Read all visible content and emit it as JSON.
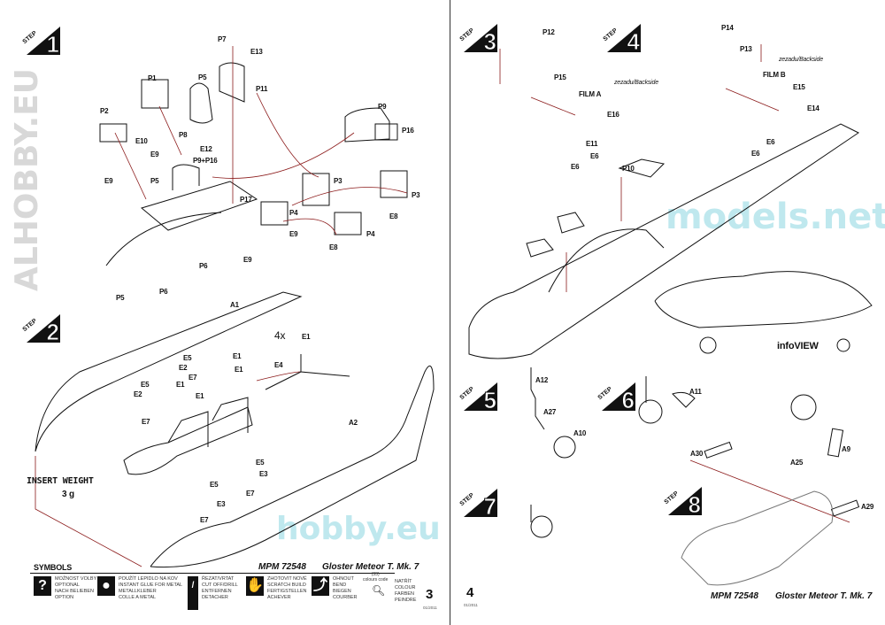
{
  "header": {
    "kit_code": "MPM 72548",
    "kit_name": "Gloster Meteor T. Mk. 7"
  },
  "steps": [
    {
      "word": "STEP",
      "num": "1"
    },
    {
      "word": "STEP",
      "num": "2"
    },
    {
      "word": "STEP",
      "num": "3"
    },
    {
      "word": "STEP",
      "num": "4"
    },
    {
      "word": "STEP",
      "num": "5"
    },
    {
      "word": "STEP",
      "num": "6"
    },
    {
      "word": "STEP",
      "num": "7"
    },
    {
      "word": "STEP",
      "num": "8"
    }
  ],
  "step1": [
    "P7",
    "E13",
    "P1",
    "P5",
    "P11",
    "P2",
    "E10",
    "P8",
    "E12",
    "E9",
    "P9+P16",
    "P9",
    "P16",
    "E9",
    "P5",
    "P17",
    "P3",
    "P4",
    "P3",
    "E8",
    "P4",
    "E8",
    "E9",
    "E9",
    "P6",
    "P6",
    "P5",
    "A1"
  ],
  "step2": [
    "4x",
    "E1",
    "E4",
    "E5",
    "E2",
    "E1",
    "E1",
    "E7",
    "E5",
    "E2",
    "E1",
    "E1",
    "E7",
    "A2",
    "E5",
    "E3",
    "E5",
    "E3",
    "E7",
    "E7"
  ],
  "insert_weight": {
    "label": "INSERT WEIGHT",
    "value": "3 g"
  },
  "step3": [
    "P12",
    "P15",
    "FILM A",
    "zezadu/Backside",
    "E16",
    "E11",
    "E6",
    "E6",
    "P10"
  ],
  "step4": [
    "P14",
    "P13",
    "zezadu/Backside",
    "FILM B",
    "E15",
    "E14",
    "E6",
    "E6"
  ],
  "step5_8": [
    "A12",
    "A27",
    "A10",
    "A11",
    "A30",
    "A25",
    "A9",
    "A29"
  ],
  "info_view": "infoVIEW",
  "symbols": {
    "title": "SYMBOLS",
    "items": [
      {
        "icon": "?",
        "text": "MOŽNOST VOLBY\nOPTIONAL\nNACH BELIEBEN\nOPTION"
      },
      {
        "icon": "drop",
        "text": "POUŽÍT LEPIDLO NA KOV\nINSTANT GLUE FOR METAL\nMETALLKLEBER\nCOLLE A METAL"
      },
      {
        "icon": "drill",
        "text": "ŘEZAT/VRTAT\nCUT OFF/DRILL\nENTFERNEN\nDETACHER"
      },
      {
        "icon": "hand",
        "text": "ZHOTOVIT NOVÉ\nSCRATCH BUILD\nFERTIGSTELLEN\nACHEVER"
      },
      {
        "icon": "bend",
        "text": "OHNOUT\nBEND\nBIEGEN\nCOURBER"
      }
    ],
    "colour_code": "(33)\ncolours code",
    "paint": "NATŘÍT\nCOLOUR\nFARBEN\nPEINDRE"
  },
  "pages": {
    "left": "3",
    "right": "4",
    "left_date": "01/2011",
    "right_date": "01/2011"
  },
  "watermarks": [
    "ALHOBBY.EU",
    "hobby.eu",
    "models.net"
  ],
  "colors": {
    "leader": "#8b1a1a",
    "ink": "#111111",
    "watermark": "#bfe8ee"
  }
}
